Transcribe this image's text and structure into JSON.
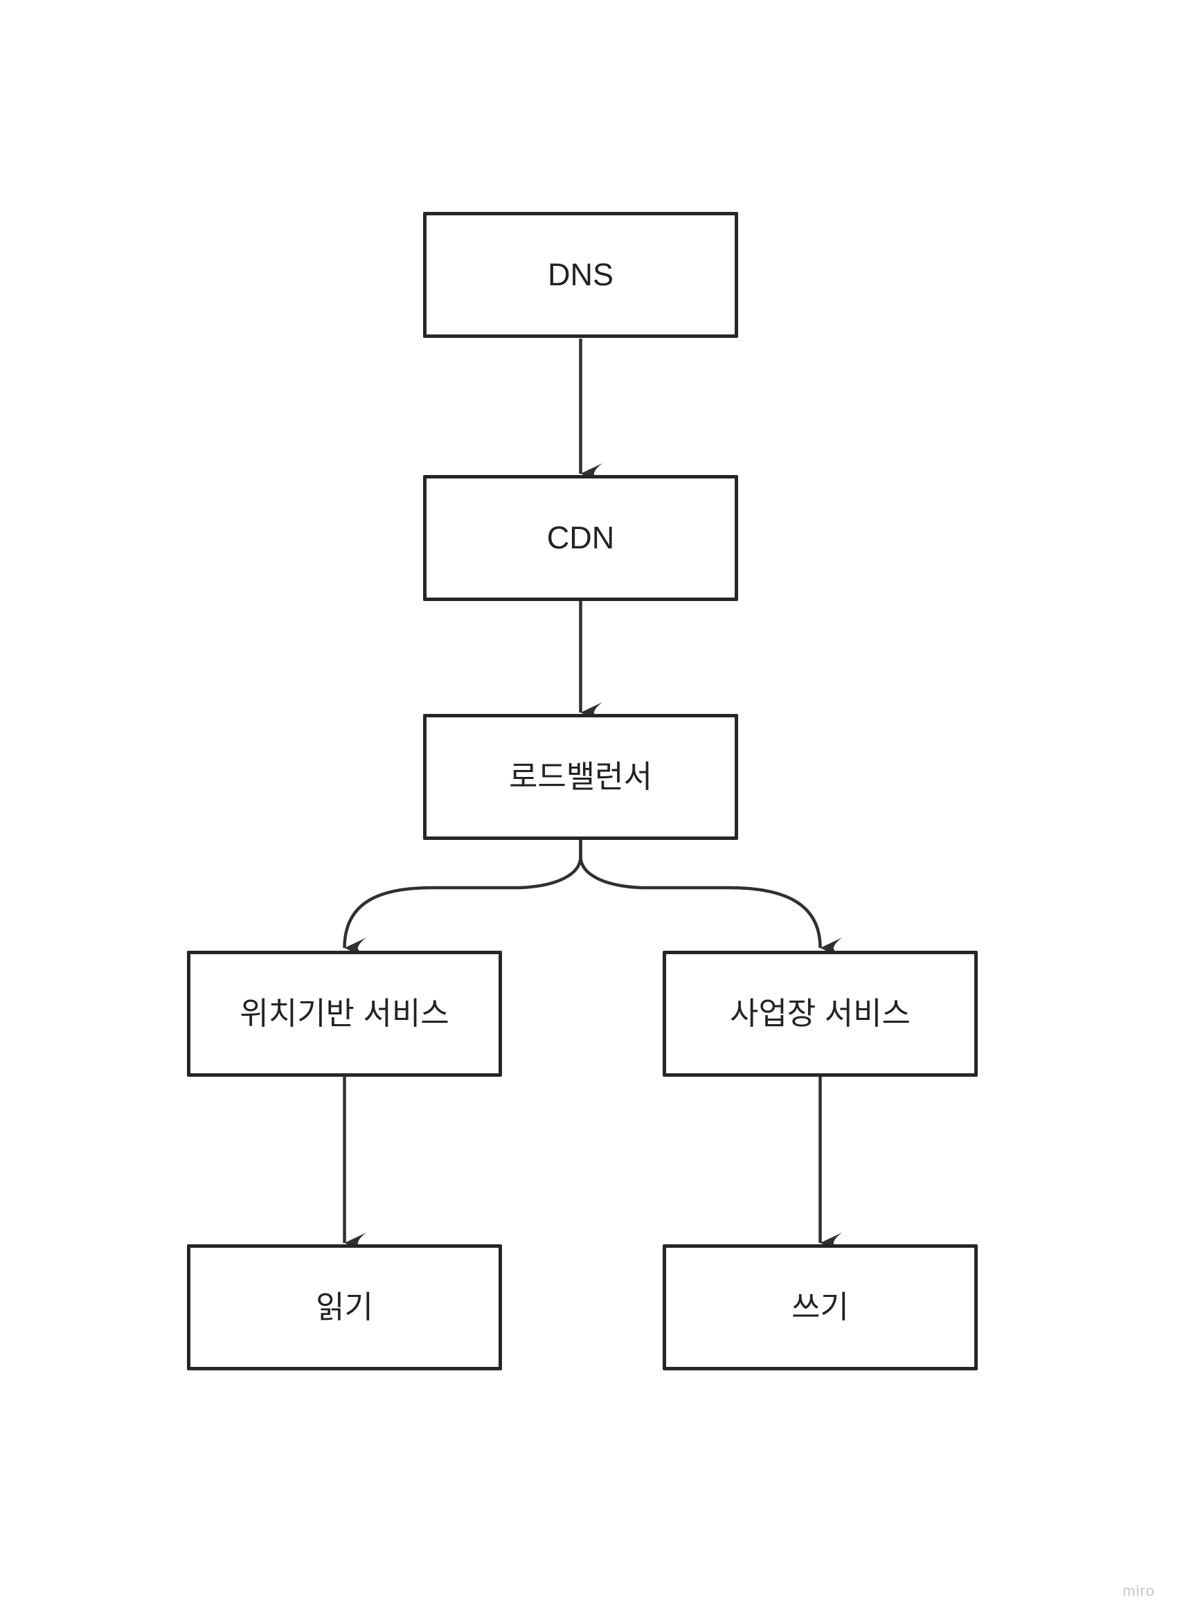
{
  "board": {
    "watermark": "miro"
  },
  "diagram": {
    "type": "flowchart",
    "direction": "top-down",
    "nodes": {
      "dns": {
        "label": "DNS"
      },
      "cdn": {
        "label": "CDN"
      },
      "load_balancer": {
        "label": "로드밸런서"
      },
      "location_service": {
        "label": "위치기반 서비스"
      },
      "business_service": {
        "label": "사업장 서비스"
      },
      "read": {
        "label": "읽기"
      },
      "write": {
        "label": "쓰기"
      }
    },
    "edges": [
      {
        "from": "dns",
        "to": "cdn",
        "style": "straight-down-arrow"
      },
      {
        "from": "cdn",
        "to": "load_balancer",
        "style": "straight-down-arrow"
      },
      {
        "from": "load_balancer",
        "to": "location_service",
        "style": "curved-branch-arrow"
      },
      {
        "from": "load_balancer",
        "to": "business_service",
        "style": "curved-branch-arrow"
      },
      {
        "from": "location_service",
        "to": "read",
        "style": "straight-down-arrow"
      },
      {
        "from": "business_service",
        "to": "write",
        "style": "straight-down-arrow"
      }
    ],
    "colors": {
      "background": "#ffffff",
      "node_fill": "#ffffff",
      "node_border": "#242628",
      "text": "#212325",
      "connector": "#2e3031",
      "watermark": "#c5c7d1"
    }
  }
}
